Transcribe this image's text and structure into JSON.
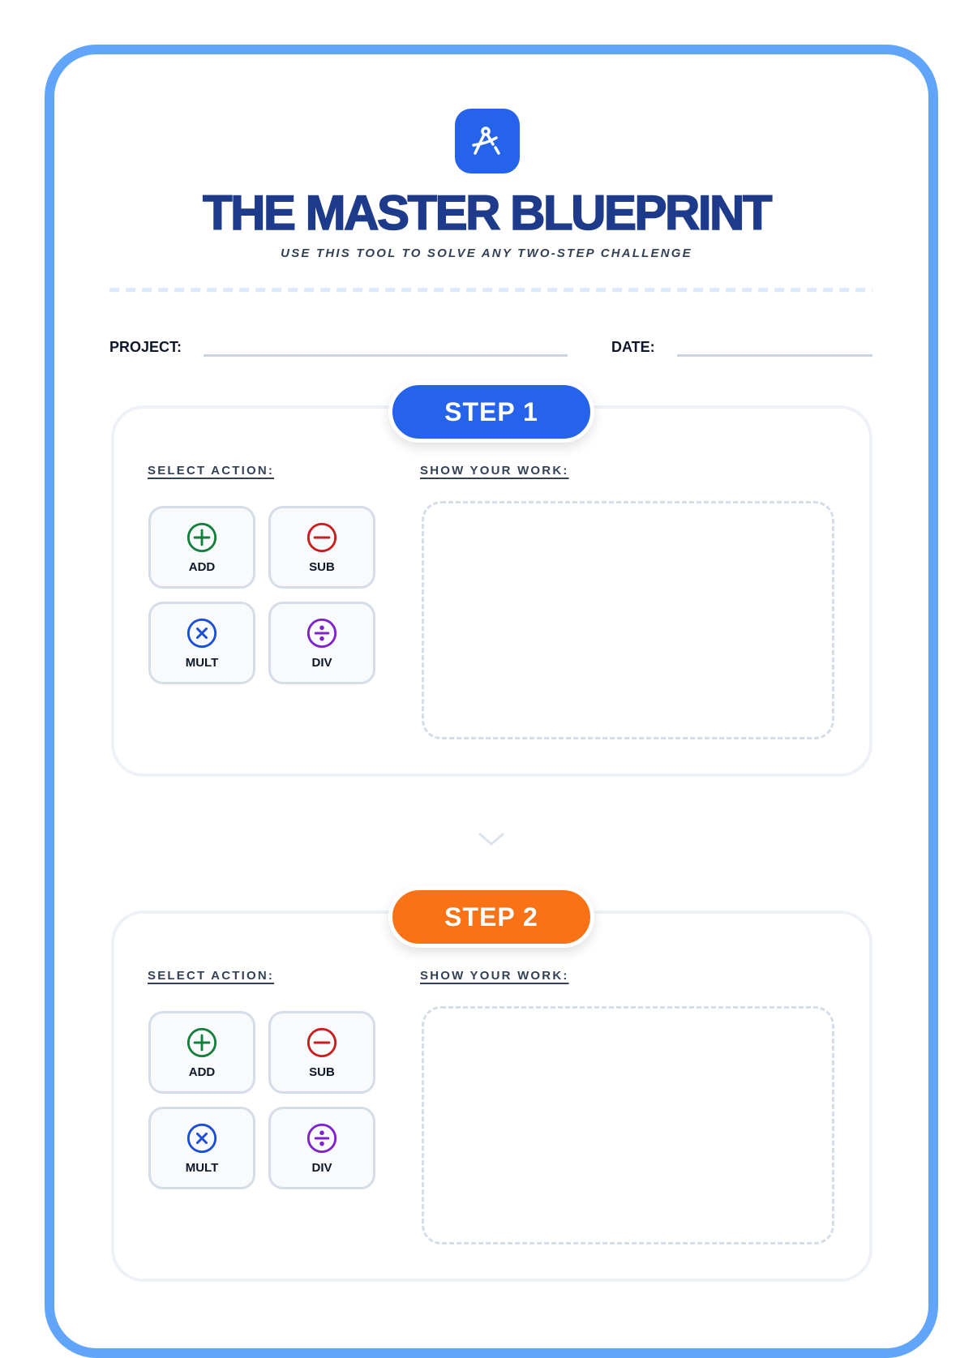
{
  "header": {
    "title": "THE MASTER BLUEPRINT",
    "subtitle": "USE THIS TOOL TO SOLVE ANY TWO-STEP CHALLENGE",
    "logo_icon": "compass-icon"
  },
  "fields": {
    "project_label": "PROJECT:",
    "project_value": "",
    "date_label": "DATE:",
    "date_value": ""
  },
  "steps": [
    {
      "label": "STEP 1",
      "color": "#2563eb",
      "select_label": "SELECT ACTION:",
      "work_label": "SHOW YOUR WORK:",
      "actions": [
        {
          "label": "ADD",
          "icon": "plus-circle-icon",
          "color": "#15803d"
        },
        {
          "label": "SUB",
          "icon": "minus-circle-icon",
          "color": "#c81e1e"
        },
        {
          "label": "MULT",
          "icon": "times-circle-icon",
          "color": "#1d4ed8"
        },
        {
          "label": "DIV",
          "icon": "divide-circle-icon",
          "color": "#7e22ce"
        }
      ]
    },
    {
      "label": "STEP 2",
      "color": "#f97316",
      "select_label": "SELECT ACTION:",
      "work_label": "SHOW YOUR WORK:",
      "actions": [
        {
          "label": "ADD",
          "icon": "plus-circle-icon",
          "color": "#15803d"
        },
        {
          "label": "SUB",
          "icon": "minus-circle-icon",
          "color": "#c81e1e"
        },
        {
          "label": "MULT",
          "icon": "times-circle-icon",
          "color": "#1d4ed8"
        },
        {
          "label": "DIV",
          "icon": "divide-circle-icon",
          "color": "#7e22ce"
        }
      ]
    }
  ]
}
